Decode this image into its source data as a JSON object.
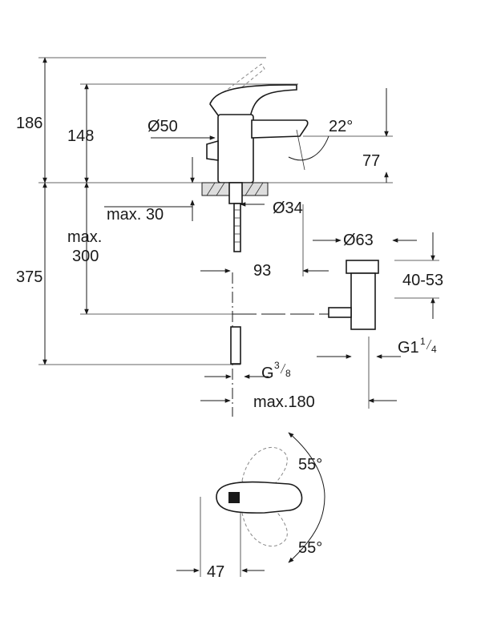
{
  "drawing": {
    "side_view": {
      "heights": {
        "total": "186",
        "spout": "148",
        "to_drain": "375",
        "outlet": "77",
        "max_pipe": "max.",
        "max_pipe_value": "300"
      },
      "diameters": {
        "body": "Ø50",
        "base": "Ø34",
        "popup": "Ø63"
      },
      "angles": {
        "spout_tilt": "22°"
      },
      "distances": {
        "deck_max": "max. 30",
        "projection": "93",
        "popup_height": "40-53",
        "max_reach": "max.180"
      },
      "threads": {
        "supply_main": "G",
        "supply_sup": "3",
        "supply_sub": "8",
        "drain_main": "G1",
        "drain_sup": "1",
        "drain_sub": "4"
      }
    },
    "top_view": {
      "angle_top": "55°",
      "angle_bottom": "55°",
      "lever_width": "47"
    }
  }
}
